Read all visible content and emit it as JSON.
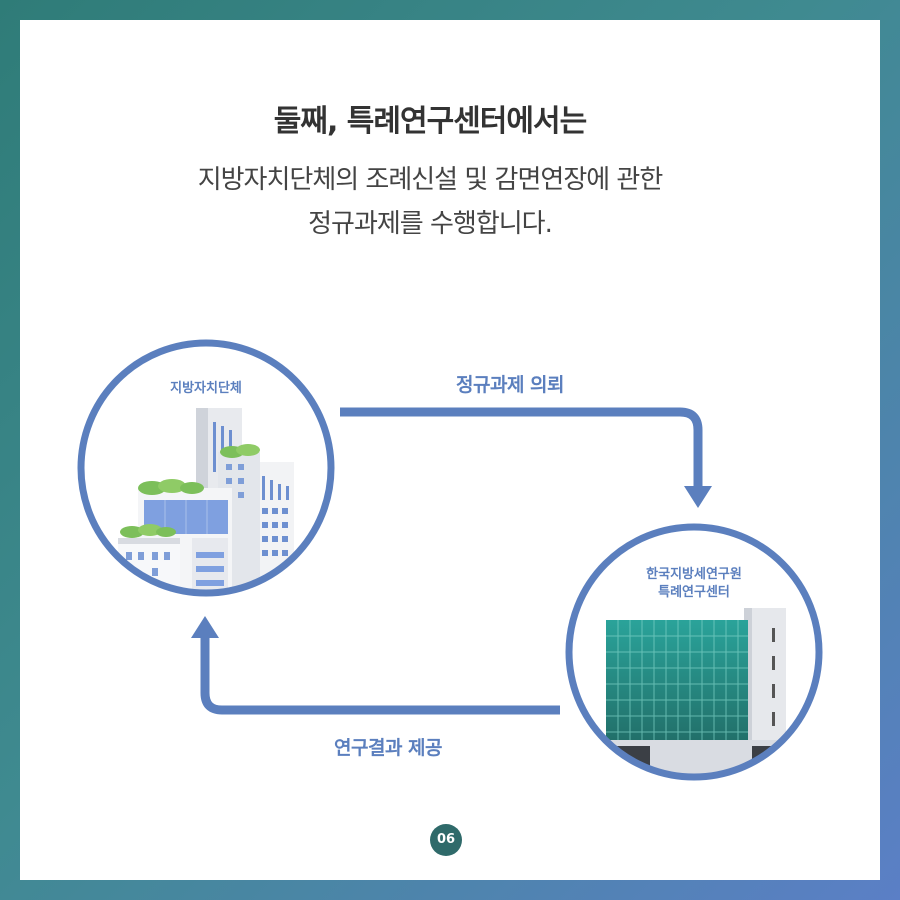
{
  "heading": "둘째, 특례연구센터에서는",
  "description": {
    "line1": "지방자치단체의 조례신설 및 감면연장에 관한",
    "line2": "정규과제를 수행합니다."
  },
  "nodes": {
    "local_government": "지방자치단체",
    "research_center_line1": "한국지방세연구원",
    "research_center_line2": "특례연구센터"
  },
  "flows": {
    "request": "정규과제 의뢰",
    "provide": "연구결과 제공"
  },
  "page_number": "06",
  "colors": {
    "accent": "#5b7fbe",
    "frame_start": "#2f7c78",
    "frame_end": "#5b7fc6",
    "glass_teal": "#2a9a90"
  }
}
